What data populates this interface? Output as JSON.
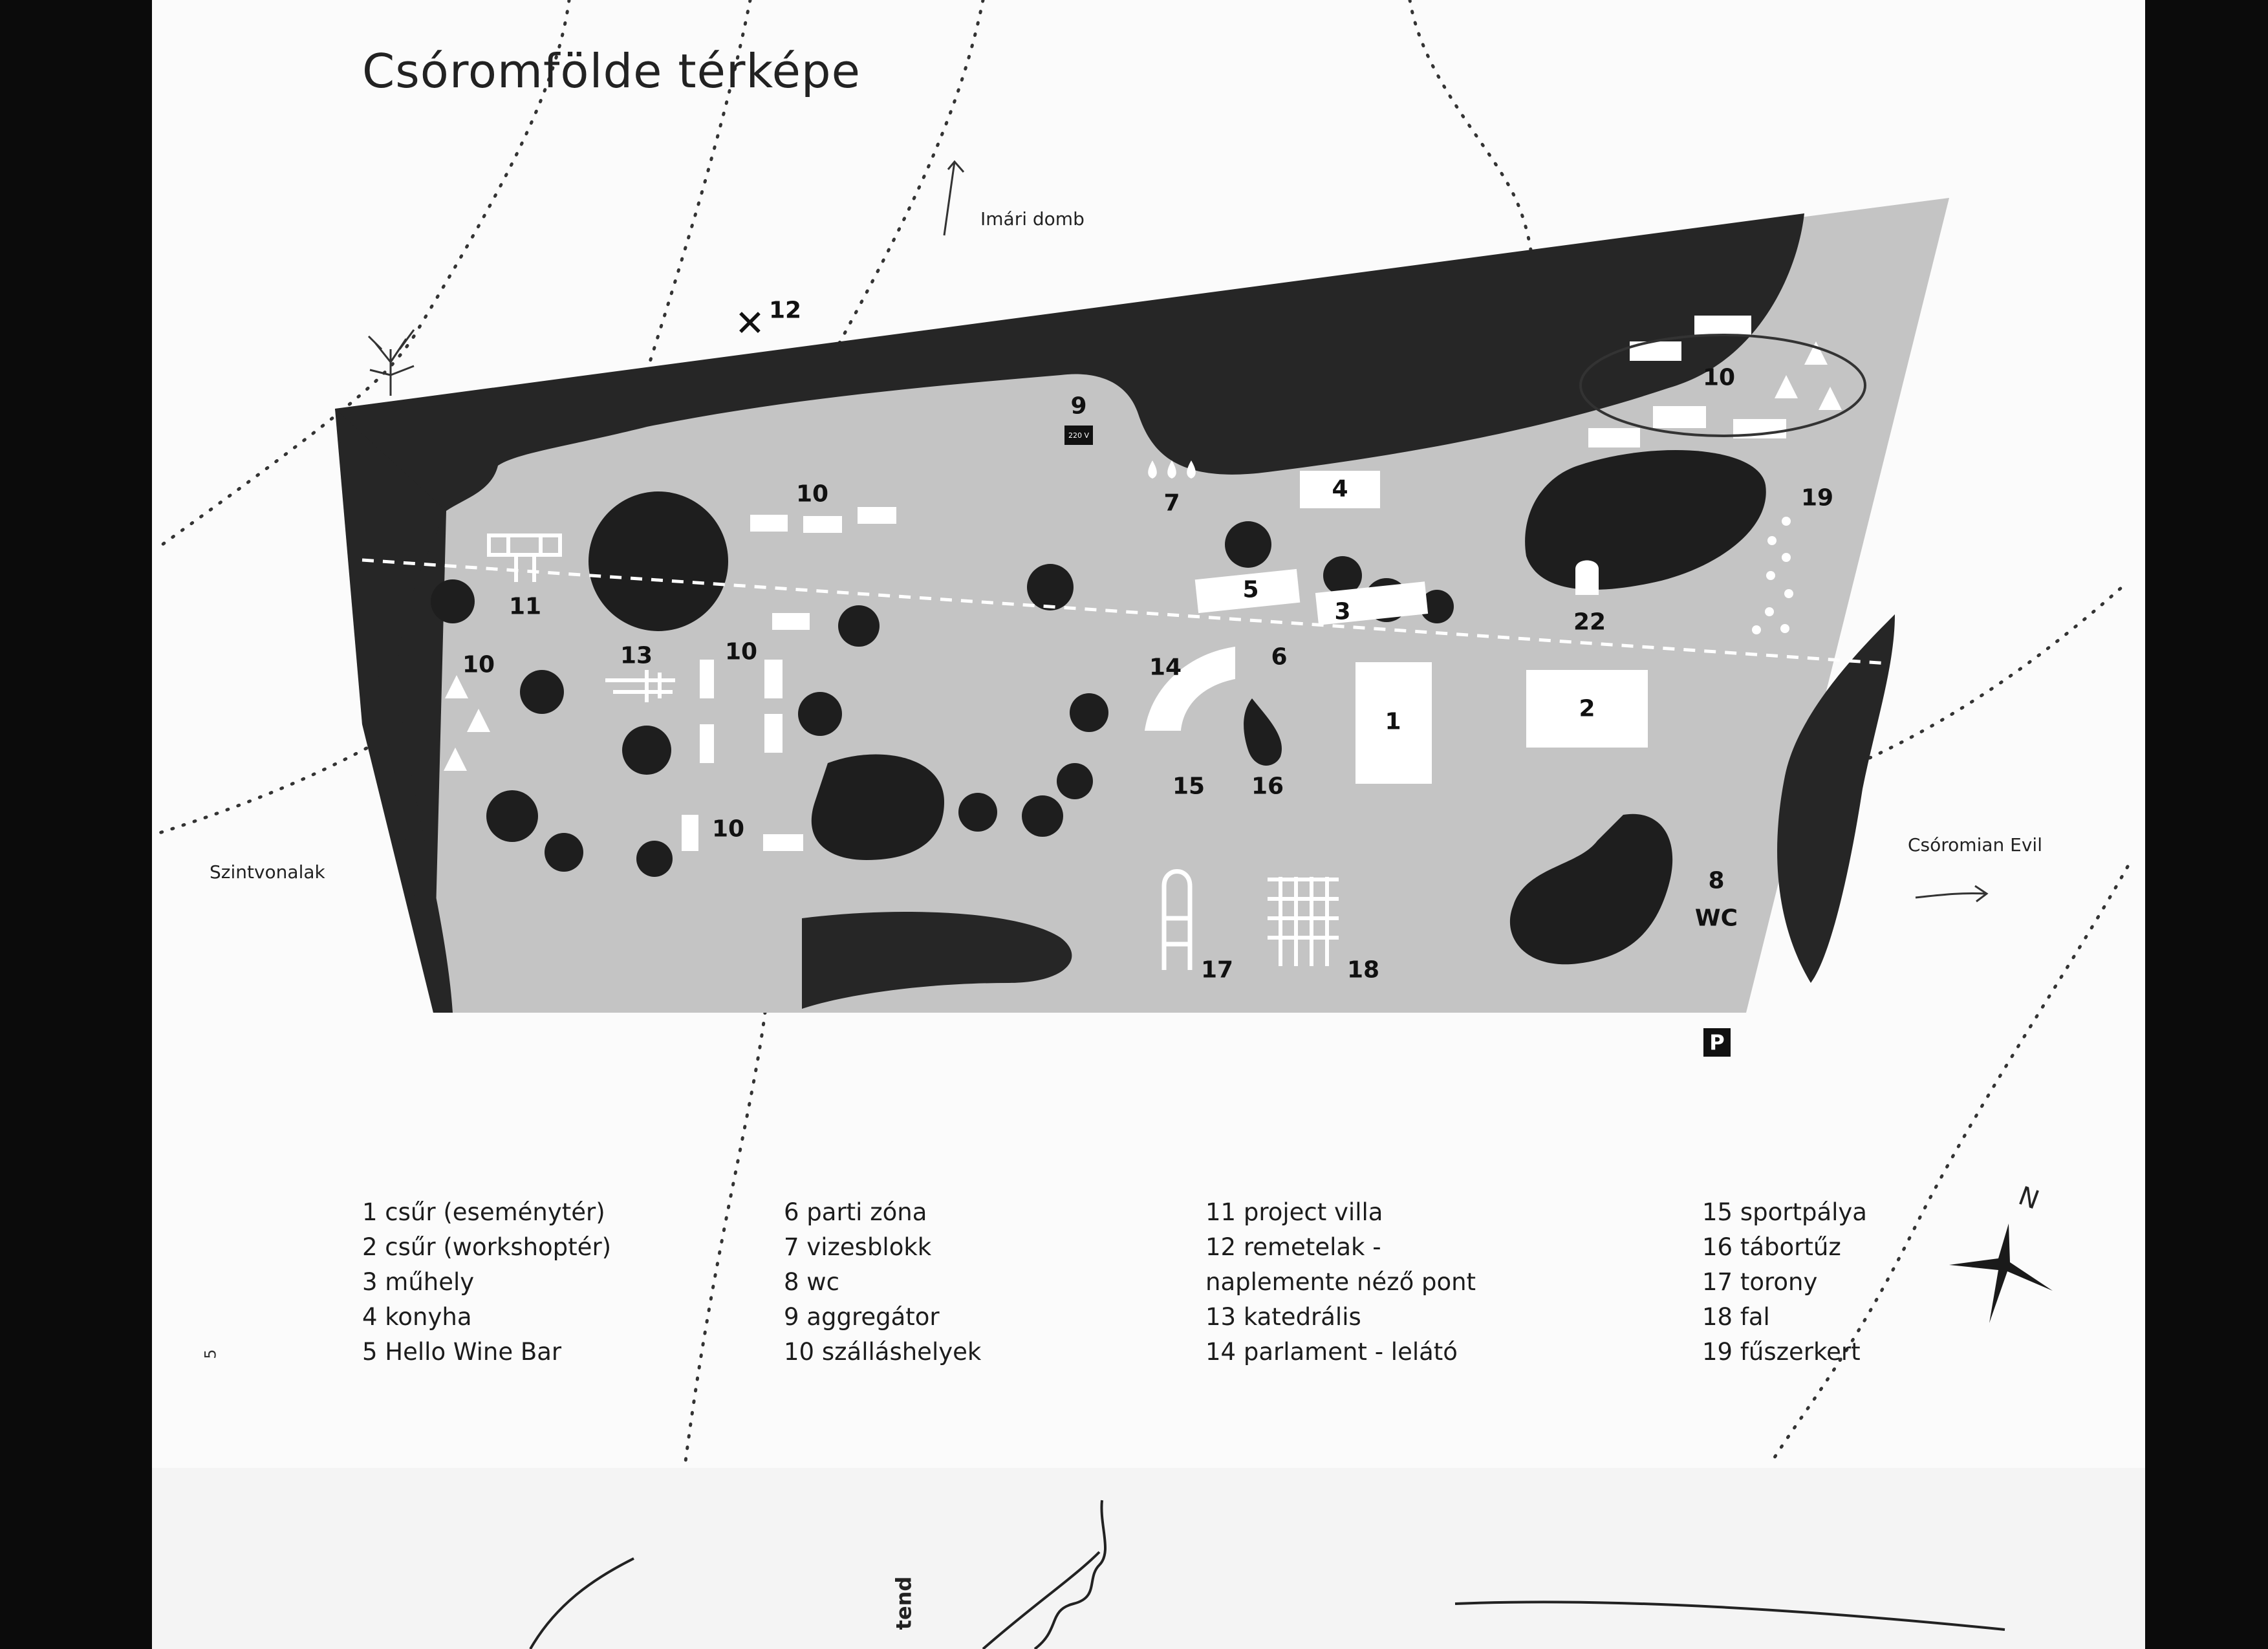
{
  "title": "Csóromfölde térképe",
  "page_number": "5",
  "side_text": "tend",
  "annotations": {
    "north_hill": "Imári domb",
    "contours": "Szintvonalak",
    "east_exit": "Csóromian Evil",
    "compass_n": "N"
  },
  "icons": {
    "power_label": "220 V",
    "parking_label": "P",
    "wc_label": "WC"
  },
  "map_labels": [
    {
      "id": "l1",
      "text": "1"
    },
    {
      "id": "l2",
      "text": "2"
    },
    {
      "id": "l3",
      "text": "3"
    },
    {
      "id": "l4",
      "text": "4"
    },
    {
      "id": "l5",
      "text": "5"
    },
    {
      "id": "l6",
      "text": "6"
    },
    {
      "id": "l7",
      "text": "7"
    },
    {
      "id": "l8",
      "text": "8"
    },
    {
      "id": "l9",
      "text": "9"
    },
    {
      "id": "l10a",
      "text": "10"
    },
    {
      "id": "l10b",
      "text": "10"
    },
    {
      "id": "l10c",
      "text": "10"
    },
    {
      "id": "l10d",
      "text": "10"
    },
    {
      "id": "l10e",
      "text": "10"
    },
    {
      "id": "l11",
      "text": "11"
    },
    {
      "id": "l12",
      "text": "12"
    },
    {
      "id": "l13",
      "text": "13"
    },
    {
      "id": "l14",
      "text": "14"
    },
    {
      "id": "l15",
      "text": "15"
    },
    {
      "id": "l16",
      "text": "16"
    },
    {
      "id": "l17",
      "text": "17"
    },
    {
      "id": "l18",
      "text": "18"
    },
    {
      "id": "l19",
      "text": "19"
    },
    {
      "id": "l22",
      "text": "22"
    }
  ],
  "legend": {
    "col1": [
      "1 csűr (eseménytér)",
      "2 csűr (workshoptér)",
      "3 műhely",
      "4 konyha",
      "5 Hello Wine Bar"
    ],
    "col2": [
      "6 parti zóna",
      "7 vizesblokk",
      "8 wc",
      "9 aggregátor",
      "10 szálláshelyek"
    ],
    "col3": [
      "11 project villa",
      "12 remetelak -",
      "naplemente néző pont",
      "13 katedrális",
      "14 parlament - lelátó"
    ],
    "col4": [
      "15 sportpálya",
      "16 tábortűz",
      "17 torony",
      "18 fal",
      "19 fűszerkert"
    ]
  },
  "colors": {
    "ground": "#c4c4c4",
    "forest": "#262626",
    "object": "#1e1e1e",
    "building": "#ffffff",
    "page": "#fbfbfb"
  }
}
